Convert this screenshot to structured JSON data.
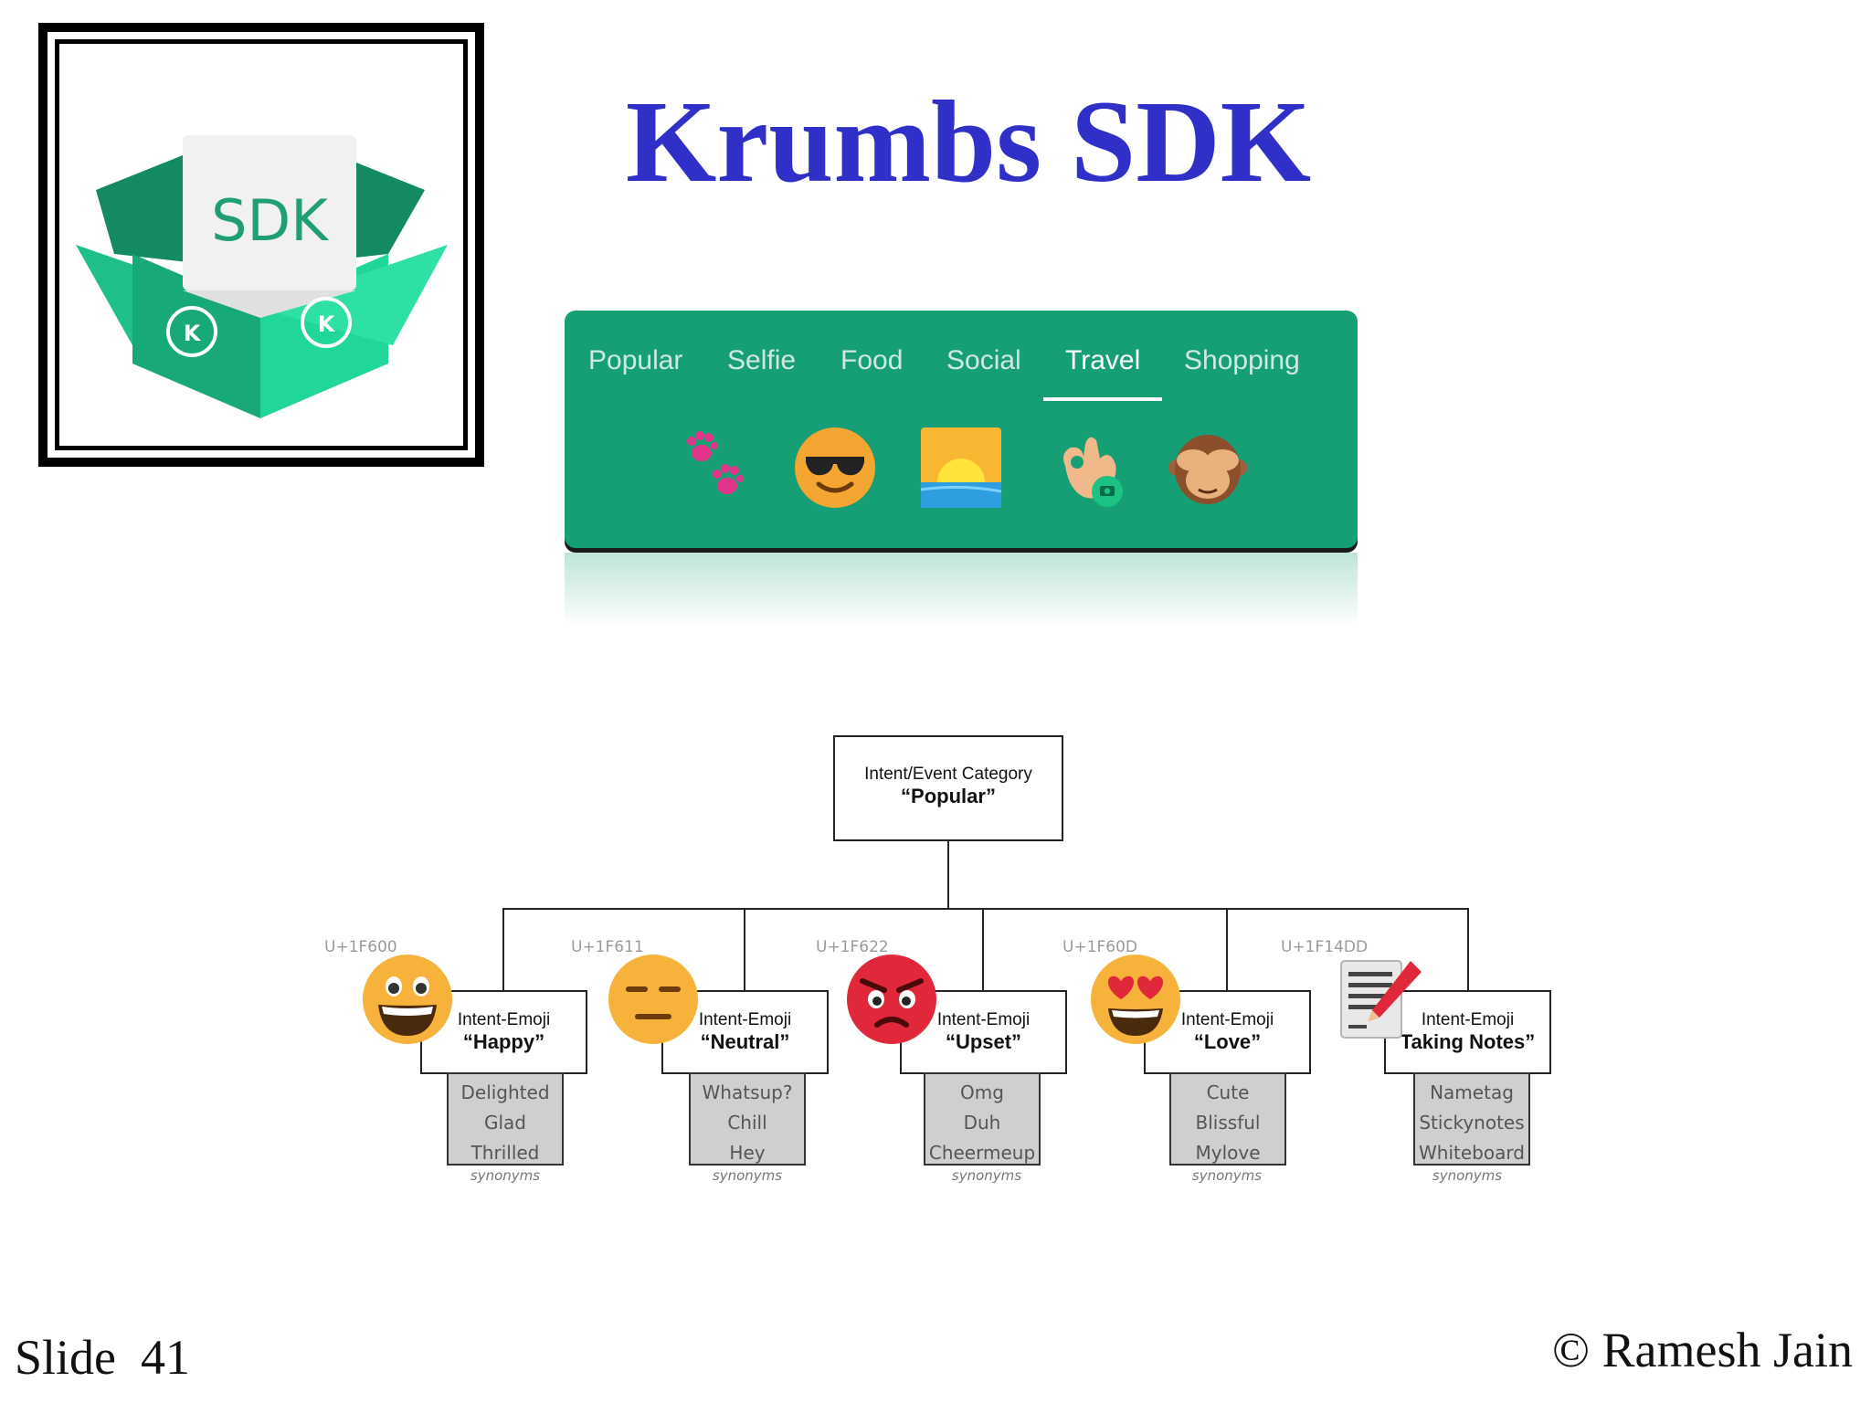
{
  "logo": {
    "text": "SDK",
    "badge_letter": "K"
  },
  "title": "Krumbs SDK",
  "picker": {
    "tabs": [
      "Popular",
      "Selfie",
      "Food",
      "Social",
      "Travel",
      "Shopping"
    ],
    "active_tab": "Travel",
    "emojis": [
      "paw-prints-icon",
      "sunglasses-face-icon",
      "sunrise-icon",
      "ok-hand-icon",
      "see-no-evil-monkey-icon"
    ],
    "colors": {
      "bar": "#169f75",
      "text": "#cfe9e0"
    }
  },
  "diagram": {
    "root": {
      "line1": "Intent/Event Category",
      "line2": "“Popular”"
    },
    "children": [
      {
        "code": "U+1F600",
        "line1": "Intent-Emoji",
        "line2": "“Happy”",
        "synonyms": [
          "Delighted",
          "Glad",
          "Thrilled"
        ],
        "syn_label": "synonyms",
        "icon": "grinning-face-icon"
      },
      {
        "code": "U+1F611",
        "line1": "Intent-Emoji",
        "line2": "“Neutral”",
        "synonyms": [
          "Whatsup?",
          "Chill",
          "Hey"
        ],
        "syn_label": "synonyms",
        "icon": "expressionless-face-icon"
      },
      {
        "code": "U+1F622",
        "line1": "Intent-Emoji",
        "line2": "“Upset”",
        "synonyms": [
          "Omg",
          "Duh",
          "Cheermeup"
        ],
        "syn_label": "synonyms",
        "icon": "angry-face-icon"
      },
      {
        "code": "U+1F60D",
        "line1": "Intent-Emoji",
        "line2": "“Love”",
        "synonyms": [
          "Cute",
          "Blissful",
          "Mylove"
        ],
        "syn_label": "synonyms",
        "icon": "heart-eyes-face-icon"
      },
      {
        "code": "U+1F14DD",
        "line1": "Intent-Emoji",
        "line2": "Taking Notes”",
        "synonyms": [
          "Nametag",
          "Stickynotes",
          "Whiteboard"
        ],
        "syn_label": "synonyms",
        "icon": "memo-icon"
      }
    ]
  },
  "footer": {
    "slide": "Slide  41",
    "copyright": "© Ramesh Jain"
  }
}
